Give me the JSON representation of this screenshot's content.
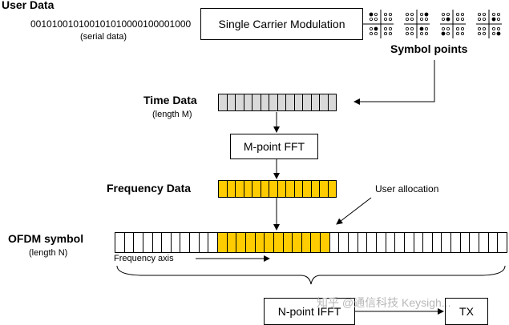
{
  "user_data": {
    "title": "User Data",
    "bits": "001010010100101010000100001000",
    "bits_caption": "(serial data)"
  },
  "modulation_box": {
    "label": "Single Carrier Modulation"
  },
  "symbol_points": {
    "label": "Symbol points",
    "count": 4
  },
  "time_data": {
    "title": "Time Data",
    "caption": "(length M)",
    "cells": 14,
    "fill": "#d9d9d9"
  },
  "fft_box": {
    "label": "M-point FFT"
  },
  "frequency_data": {
    "title": "Frequency Data",
    "cells": 14,
    "fill": "#ffcc00"
  },
  "user_allocation": {
    "label": "User allocation"
  },
  "ofdm_symbol": {
    "title": "OFDM symbol",
    "caption": "(length N)",
    "total_cells": 42,
    "allocated_start": 11,
    "allocated_count": 12,
    "fill": "#ffcc00"
  },
  "frequency_axis": {
    "label": "Frequency axis"
  },
  "ifft_box": {
    "label": "N-point IFFT"
  },
  "tx_box": {
    "label": "TX"
  },
  "watermark": {
    "text": "知乎 @通信科技 Keysigh..."
  }
}
